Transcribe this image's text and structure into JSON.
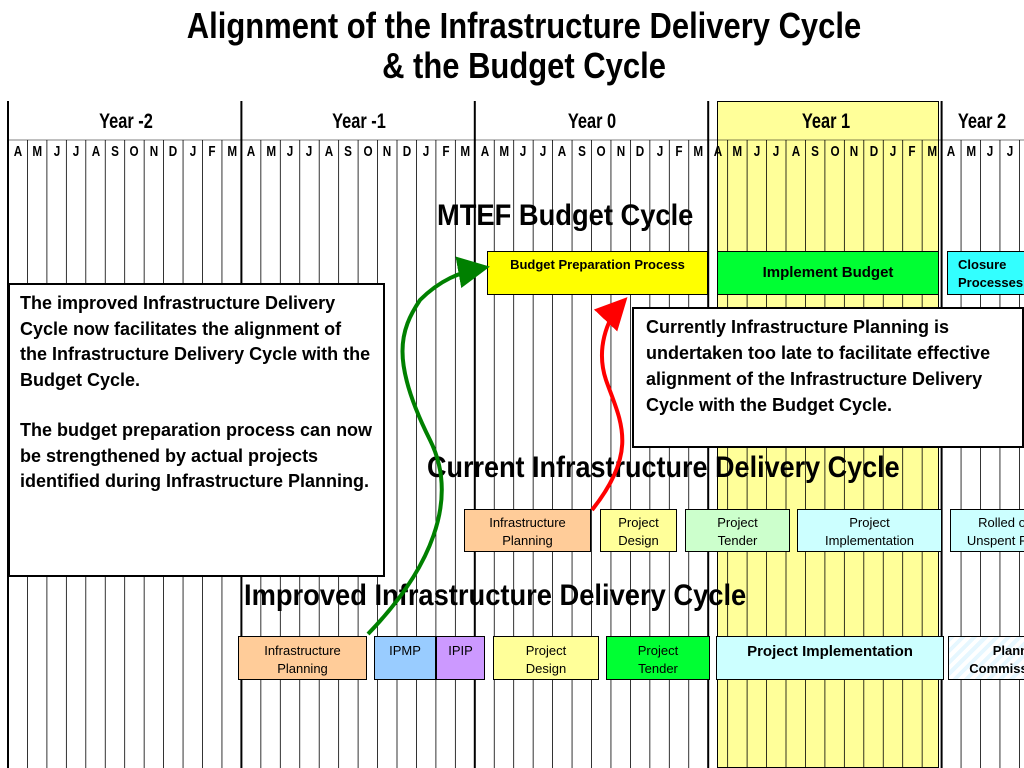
{
  "title": {
    "line1": "Alignment of the Infrastructure Delivery Cycle",
    "line2": "& the Budget Cycle"
  },
  "timeline": {
    "years": [
      {
        "label": "Year -2",
        "months": [
          "A",
          "M",
          "J",
          "J",
          "A",
          "S",
          "O",
          "N",
          "D",
          "J",
          "F",
          "M"
        ]
      },
      {
        "label": "Year -1",
        "months": [
          "A",
          "M",
          "J",
          "J",
          "A",
          "S",
          "O",
          "N",
          "D",
          "J",
          "F",
          "M"
        ]
      },
      {
        "label": "Year 0",
        "months": [
          "A",
          "M",
          "J",
          "J",
          "A",
          "S",
          "O",
          "N",
          "D",
          "J",
          "F",
          "M"
        ]
      },
      {
        "label": "Year 1",
        "months": [
          "A",
          "M",
          "J",
          "J",
          "A",
          "S",
          "O",
          "N",
          "D",
          "J",
          "F",
          "M"
        ]
      },
      {
        "label": "Year 2",
        "months": [
          "A",
          "M",
          "J",
          "J"
        ]
      }
    ],
    "highlighted_year": "Year 1"
  },
  "sections": {
    "mtef": "MTEF Budget Cycle",
    "current": "Current Infrastructure Delivery Cycle",
    "improved": "Improved Infrastructure Delivery Cycle"
  },
  "mtef_boxes": {
    "budget_prep": "Budget Preparation Process",
    "implement": "Implement Budget",
    "closure": "Closure Processes"
  },
  "current_boxes": {
    "planning": "Infrastructure Planning",
    "design": "Project Design",
    "tender": "Project Tender",
    "implementation": "Project Implementation",
    "rolled": "Rolled over Unspent Funds"
  },
  "improved_boxes": {
    "planning": "Infrastructure Planning",
    "ipmp": "IPMP",
    "ipip": "IPIP",
    "design": "Project Design",
    "tender": "Project Tender",
    "implementation": "Project Implementation",
    "planned": "Planned Commissioning"
  },
  "notes": {
    "left_p1": "The improved Infrastructure Delivery Cycle now facilitates the alignment of the Infrastructure Delivery Cycle with the Budget Cycle.",
    "left_p2": "The budget preparation process can now be strengthened by actual projects identified during Infrastructure Planning.",
    "right": "Currently Infrastructure Planning is undertaken too late to facilitate effective alignment of the Infrastructure Delivery Cycle with the Budget Cycle."
  },
  "colors": {
    "year1_band": "#ffff99",
    "budget_prep": "#ffff00",
    "implement": "#00ff33",
    "closure": "#33ffff",
    "planning": "#ffcc99",
    "design": "#ffff99",
    "tender": "#ccffcc",
    "implementation": "#ccffff",
    "ipmp": "#99ccff",
    "ipip": "#cc99ff",
    "green_arrow": "#008000",
    "red_arrow": "#ff0000"
  }
}
